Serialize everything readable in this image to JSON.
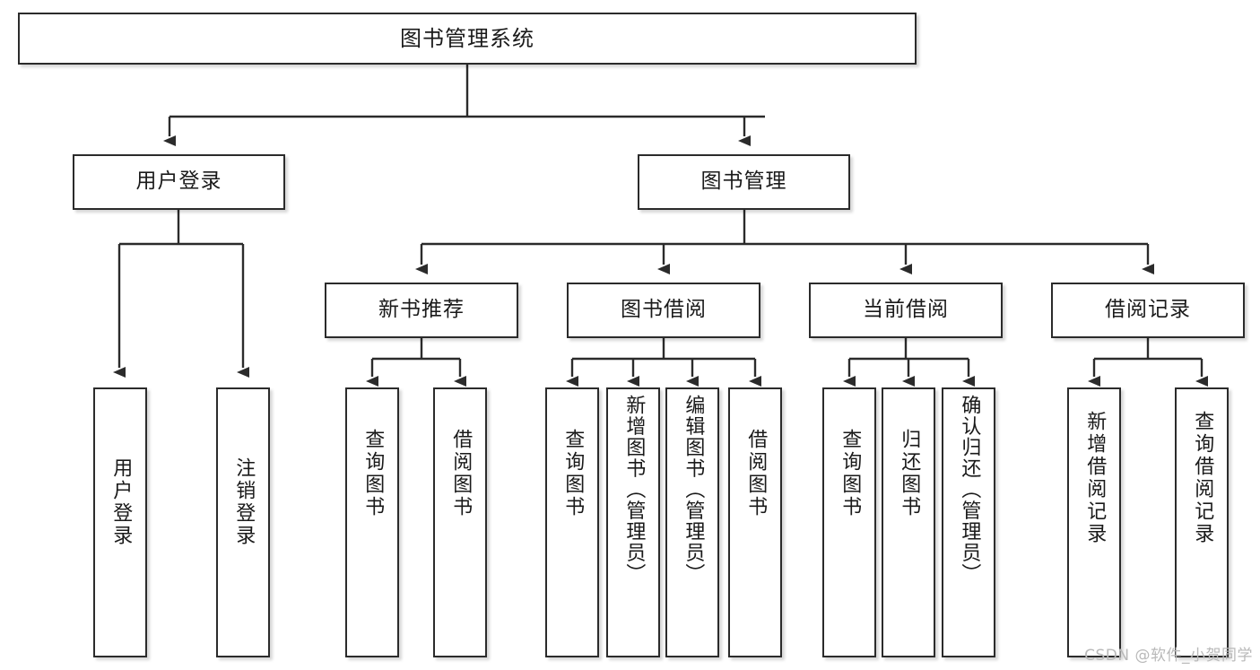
{
  "diagram": {
    "type": "tree",
    "title": "图书管理系统",
    "watermark": "CSDN @软件_小贺同学",
    "colors": {
      "box_border": "#2b2b2b",
      "box_fill": "#ffffff",
      "connector": "#2b2b2b",
      "watermark": "#b9b9b9",
      "background": "#ffffff"
    },
    "levels": {
      "root": {
        "label": "图书管理系统"
      },
      "level2": [
        {
          "label": "用户登录"
        },
        {
          "label": "图书管理"
        }
      ],
      "level3": [
        {
          "label": "新书推荐",
          "parent": "图书管理"
        },
        {
          "label": "图书借阅",
          "parent": "图书管理"
        },
        {
          "label": "当前借阅",
          "parent": "图书管理"
        },
        {
          "label": "借阅记录",
          "parent": "图书管理"
        }
      ],
      "leaves": [
        {
          "label": "用户登录",
          "parent": "用户登录"
        },
        {
          "label": "注销登录",
          "parent": "用户登录"
        },
        {
          "label": "查询图书",
          "parent": "新书推荐"
        },
        {
          "label": "借阅图书",
          "parent": "新书推荐"
        },
        {
          "label": "查询图书",
          "parent": "图书借阅"
        },
        {
          "label": "新增图书（管理员）",
          "parent": "图书借阅"
        },
        {
          "label": "编辑图书（管理员）",
          "parent": "图书借阅"
        },
        {
          "label": "借阅图书",
          "parent": "图书借阅"
        },
        {
          "label": "查询图书",
          "parent": "当前借阅"
        },
        {
          "label": "归还图书",
          "parent": "当前借阅"
        },
        {
          "label": "确认归还（管理员）",
          "parent": "当前借阅"
        },
        {
          "label": "新增借阅记录",
          "parent": "借阅记录"
        },
        {
          "label": "查询借阅记录",
          "parent": "借阅记录"
        }
      ]
    }
  }
}
